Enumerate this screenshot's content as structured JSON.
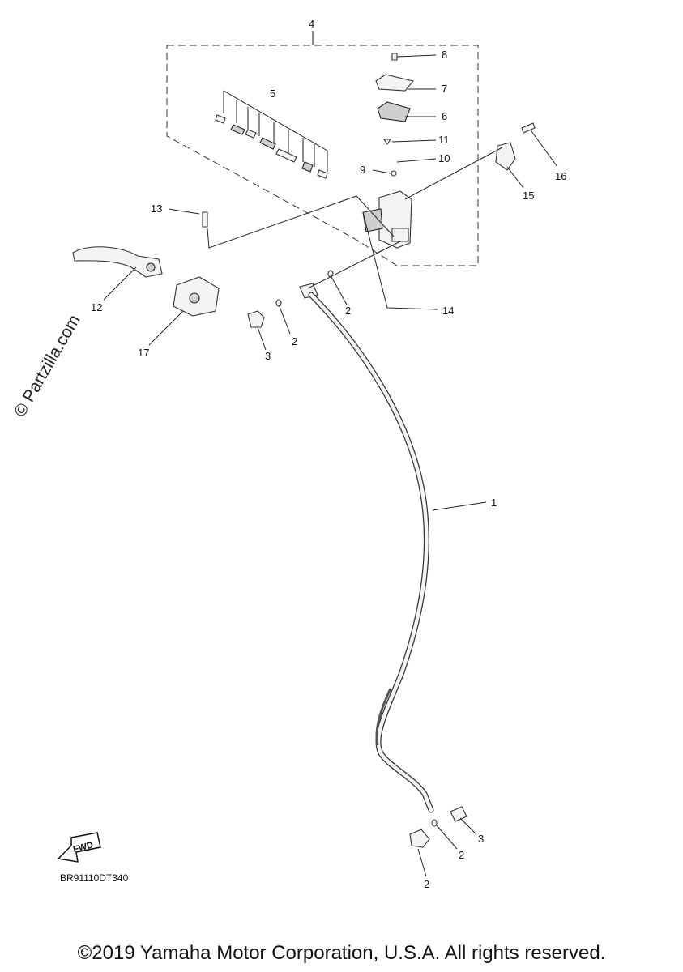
{
  "watermark": "© Partzilla.com",
  "diagram_code": "BR91110DT340",
  "copyright": "©2019 Yamaha Motor Corporation, U.S.A. All rights reserved.",
  "fwd_label": "FWD",
  "callouts": {
    "c1": "1",
    "c2a": "2",
    "c2b": "2",
    "c2c": "2",
    "c2d": "2",
    "c3a": "3",
    "c3b": "3",
    "c4": "4",
    "c5": "5",
    "c6": "6",
    "c7": "7",
    "c8": "8",
    "c9": "9",
    "c10": "10",
    "c11": "11",
    "c12": "12",
    "c13": "13",
    "c14": "14",
    "c15": "15",
    "c16": "16",
    "c17": "17"
  }
}
